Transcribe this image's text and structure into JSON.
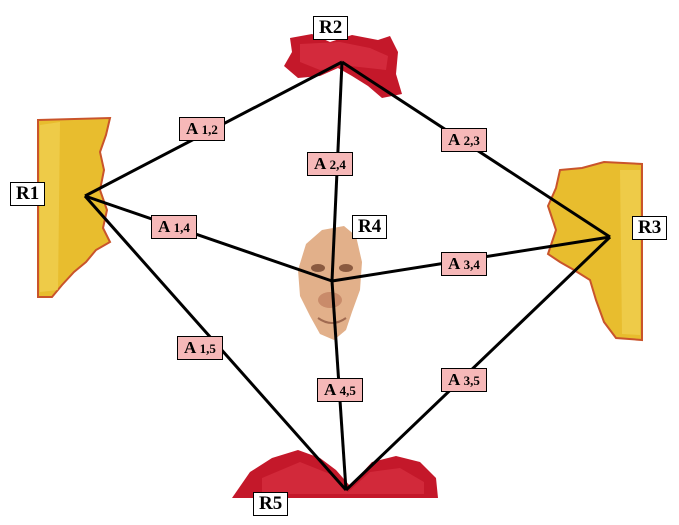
{
  "nodes": {
    "r1": "R1",
    "r2": "R2",
    "r3": "R3",
    "r4": "R4",
    "r5": "R5"
  },
  "edges": {
    "a12": {
      "main": "A ",
      "sub": "1,2"
    },
    "a23": {
      "main": "A ",
      "sub": "2,3"
    },
    "a24": {
      "main": "A ",
      "sub": "2,4"
    },
    "a14": {
      "main": "A ",
      "sub": "1,4"
    },
    "a34": {
      "main": "A ",
      "sub": "3,4"
    },
    "a15": {
      "main": "A ",
      "sub": "1,5"
    },
    "a45": {
      "main": "A ",
      "sub": "4,5"
    },
    "a35": {
      "main": "A ",
      "sub": "3,5"
    }
  },
  "colors": {
    "edge_label_fill": "#f6b8b8",
    "region_yellow": "#e8bd2e",
    "region_red": "#c4182a",
    "region_skin": "#e2b08a"
  }
}
